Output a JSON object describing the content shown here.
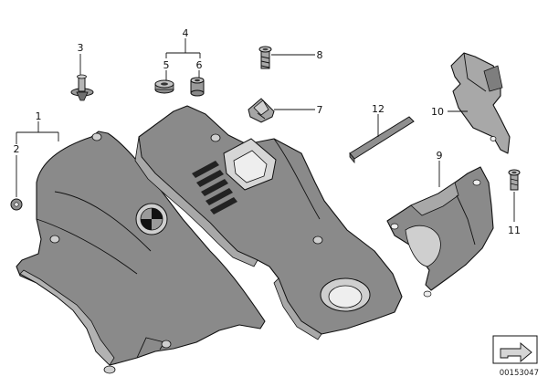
{
  "callouts": {
    "c1": "1",
    "c2": "2",
    "c3": "3",
    "c4": "4",
    "c5": "5",
    "c6": "6",
    "c7": "7",
    "c8": "8",
    "c9": "9",
    "c10": "10",
    "c11": "11",
    "c12": "12"
  },
  "part_number": "00153047",
  "colors": {
    "fill_dark": "#7a7a7a",
    "fill_mid": "#9a9a9a",
    "fill_light": "#bdbdbd",
    "line": "#111111"
  }
}
